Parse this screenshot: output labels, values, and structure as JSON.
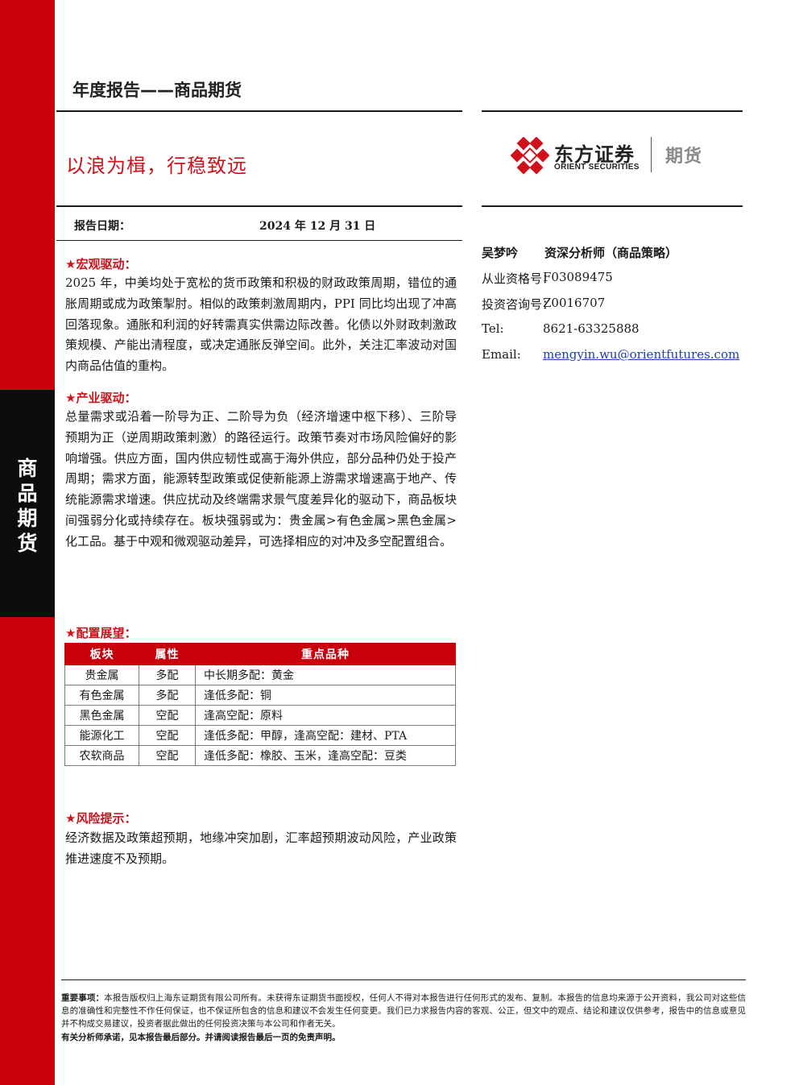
{
  "header": {
    "doc_type": "年度报告——商品期货",
    "title": "以浪为楫，行稳致远"
  },
  "sidebar": {
    "vertical_label": [
      "商",
      "品",
      "期",
      "货"
    ]
  },
  "logo": {
    "name_cn": "东方证券",
    "name_en": "ORIENT SECURITIES",
    "division": "期货"
  },
  "report_date": {
    "label": "报告日期：",
    "value": "2024 年 12 月 31 日"
  },
  "analyst": {
    "name": "吴梦吟",
    "title": "资深分析师（商品策略）",
    "rows": [
      {
        "label": "从业资格号：",
        "value": "F03089475"
      },
      {
        "label": "投资咨询号：",
        "value": "Z0016707"
      },
      {
        "label": "Tel:",
        "value": "8621-63325888"
      },
      {
        "label": "Email:",
        "value": "mengyin.wu@orientfutures.com"
      }
    ]
  },
  "sections": {
    "macro": {
      "heading": "★宏观驱动：",
      "body": "2025 年，中美均处于宽松的货币政策和积极的财政政策周期，错位的通胀周期或成为政策掣肘。相似的政策刺激周期内，PPI 同比均出现了冲高回落现象。通胀和利润的好转需真实供需边际改善。化债以外财政刺激政策规模、产能出清程度，或决定通胀反弹空间。此外，关注汇率波动对国内商品估值的重构。"
    },
    "industry": {
      "heading": "★产业驱动：",
      "body": "总量需求或沿着一阶导为正、二阶导为负（经济增速中枢下移）、三阶导预期为正（逆周期政策刺激）的路径运行。政策节奏对市场风险偏好的影响增强。供应方面，国内供应韧性或高于海外供应，部分品种仍处于投产周期；需求方面，能源转型政策或促使新能源上游需求增速高于地产、传统能源需求增速。供应扰动及终端需求景气度差异化的驱动下，商品板块间强弱分化或持续存在。板块强弱或为：贵金属>有色金属>黑色金属>化工品。基于中观和微观驱动差异，可选择相应的对冲及多空配置组合。"
    },
    "allocation": {
      "heading": "★配置展望：",
      "columns": [
        "板块",
        "属性",
        "重点品种"
      ],
      "rows": [
        [
          "贵金属",
          "多配",
          "中长期多配：黄金"
        ],
        [
          "有色金属",
          "多配",
          "逢低多配：铜"
        ],
        [
          "黑色金属",
          "空配",
          "逢高空配：原料"
        ],
        [
          "能源化工",
          "空配",
          "逢低多配：甲醇，逢高空配：建材、PTA"
        ],
        [
          "农软商品",
          "空配",
          "逢低多配：橡胶、玉米，逢高空配：豆类"
        ]
      ]
    },
    "risk": {
      "heading": "★风险提示：",
      "body": "经济数据及政策超预期，地缘冲突加剧，汇率超预期波动风险，产业政策推进速度不及预期。"
    }
  },
  "footer": {
    "notice_label": "重要事项：",
    "notice_body": "本报告版权归上海东证期货有限公司所有。未获得东证期货书面授权，任何人不得对本报告进行任何形式的发布、复制。本报告的信息均来源于公开资料，我公司对这些信息的准确性和完整性不作任何保证，也不保证所包含的信息和建议不会发生任何变更。我们已力求报告内容的客观、公正，但文中的观点、结论和建议仅供参考，报告中的信息或意见并不构成交易建议，投资者据此做出的任何投资决策与本公司和作者无关。",
    "commitment": "有关分析师承诺，见本报告最后部分。并请阅读报告最后一页的免责声明。"
  },
  "colors": {
    "brand_red": "#c8000b",
    "title_red": "#d0101b",
    "sidebar_black": "#0d0d0d"
  }
}
